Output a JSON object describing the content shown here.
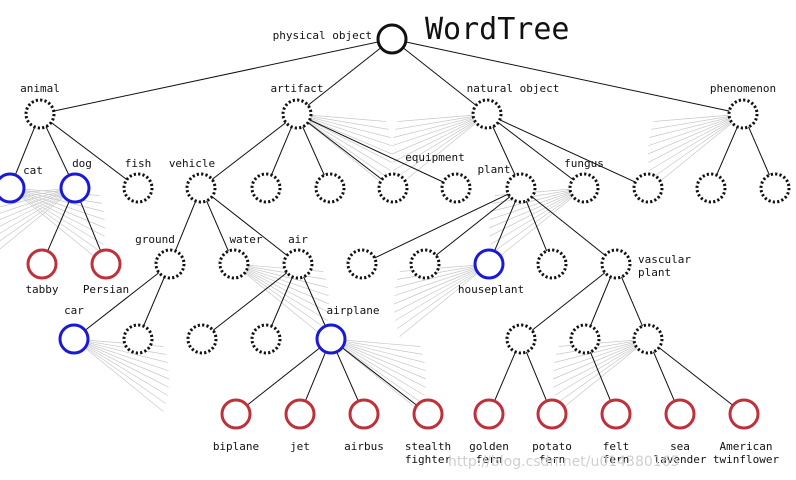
{
  "title": "WordTree",
  "watermark": "http://blog.csdn.net/u014380165",
  "colors": {
    "generic_node": "#111111",
    "highlight_node": "#1a1ad6",
    "leaf_node": "#c0303a",
    "edge": "#111111",
    "faint_edge": "#c8c8c8"
  },
  "nodes": [
    {
      "id": "physical_object",
      "label": "physical object",
      "kind": "root"
    },
    {
      "id": "animal",
      "label": "animal",
      "kind": "dotted"
    },
    {
      "id": "artifact",
      "label": "artifact",
      "kind": "dotted"
    },
    {
      "id": "natural_object",
      "label": "natural object",
      "kind": "dotted"
    },
    {
      "id": "phenomenon",
      "label": "phenomenon",
      "kind": "dotted"
    },
    {
      "id": "cat",
      "label": "cat",
      "kind": "highlight"
    },
    {
      "id": "dog",
      "label": "dog",
      "kind": "highlight"
    },
    {
      "id": "fish",
      "label": "fish",
      "kind": "dotted"
    },
    {
      "id": "vehicle",
      "label": "vehicle",
      "kind": "dotted"
    },
    {
      "id": "art_b",
      "label": "",
      "kind": "dotted"
    },
    {
      "id": "art_c",
      "label": "",
      "kind": "dotted"
    },
    {
      "id": "art_d",
      "label": "",
      "kind": "dotted"
    },
    {
      "id": "equipment",
      "label": "equipment",
      "kind": "dotted"
    },
    {
      "id": "plant",
      "label": "plant",
      "kind": "dotted"
    },
    {
      "id": "fungus",
      "label": "fungus",
      "kind": "dotted"
    },
    {
      "id": "nat_c",
      "label": "",
      "kind": "dotted"
    },
    {
      "id": "phen_a",
      "label": "",
      "kind": "dotted"
    },
    {
      "id": "phen_b",
      "label": "",
      "kind": "dotted"
    },
    {
      "id": "tabby",
      "label": "tabby",
      "kind": "leaf"
    },
    {
      "id": "persian",
      "label": "Persian",
      "kind": "leaf"
    },
    {
      "id": "ground",
      "label": "ground",
      "kind": "dotted"
    },
    {
      "id": "water",
      "label": "water",
      "kind": "dotted"
    },
    {
      "id": "air",
      "label": "air",
      "kind": "dotted"
    },
    {
      "id": "plant_a",
      "label": "",
      "kind": "dotted"
    },
    {
      "id": "plant_b",
      "label": "",
      "kind": "dotted"
    },
    {
      "id": "houseplant",
      "label": "houseplant",
      "kind": "highlight"
    },
    {
      "id": "plant_d",
      "label": "",
      "kind": "dotted"
    },
    {
      "id": "vascular_plant",
      "label": "vascular\nplant",
      "kind": "dotted"
    },
    {
      "id": "car",
      "label": "car",
      "kind": "highlight"
    },
    {
      "id": "ground_b",
      "label": "",
      "kind": "dotted"
    },
    {
      "id": "air_a",
      "label": "",
      "kind": "dotted"
    },
    {
      "id": "air_b",
      "label": "",
      "kind": "dotted"
    },
    {
      "id": "airplane",
      "label": "airplane",
      "kind": "highlight"
    },
    {
      "id": "vasc_a",
      "label": "",
      "kind": "dotted"
    },
    {
      "id": "vasc_b",
      "label": "",
      "kind": "dotted"
    },
    {
      "id": "vasc_c",
      "label": "",
      "kind": "dotted"
    },
    {
      "id": "biplane",
      "label": "biplane",
      "kind": "leaf"
    },
    {
      "id": "jet",
      "label": "jet",
      "kind": "leaf"
    },
    {
      "id": "airbus",
      "label": "airbus",
      "kind": "leaf"
    },
    {
      "id": "stealth_fighter",
      "label": "stealth\nfighter",
      "kind": "leaf"
    },
    {
      "id": "golden_fern",
      "label": "golden\nfern",
      "kind": "leaf"
    },
    {
      "id": "potato_fern",
      "label": "potato\nfern",
      "kind": "leaf"
    },
    {
      "id": "felt_fern",
      "label": "felt\nfern",
      "kind": "leaf"
    },
    {
      "id": "sea_lavender",
      "label": "sea\nlavender",
      "kind": "leaf"
    },
    {
      "id": "american_twinflower",
      "label": "American\ntwinflower",
      "kind": "leaf"
    }
  ],
  "edges": [
    [
      "physical_object",
      "animal"
    ],
    [
      "physical_object",
      "artifact"
    ],
    [
      "physical_object",
      "natural_object"
    ],
    [
      "physical_object",
      "phenomenon"
    ],
    [
      "animal",
      "cat"
    ],
    [
      "animal",
      "dog"
    ],
    [
      "animal",
      "fish"
    ],
    [
      "artifact",
      "vehicle"
    ],
    [
      "artifact",
      "art_b"
    ],
    [
      "artifact",
      "art_c"
    ],
    [
      "artifact",
      "art_d"
    ],
    [
      "artifact",
      "equipment"
    ],
    [
      "natural_object",
      "plant"
    ],
    [
      "natural_object",
      "fungus"
    ],
    [
      "natural_object",
      "nat_c"
    ],
    [
      "phenomenon",
      "phen_a"
    ],
    [
      "phenomenon",
      "phen_b"
    ],
    [
      "dog",
      "tabby"
    ],
    [
      "dog",
      "persian"
    ],
    [
      "vehicle",
      "ground"
    ],
    [
      "vehicle",
      "water"
    ],
    [
      "vehicle",
      "air"
    ],
    [
      "plant",
      "plant_a"
    ],
    [
      "plant",
      "plant_b"
    ],
    [
      "plant",
      "houseplant"
    ],
    [
      "plant",
      "plant_d"
    ],
    [
      "plant",
      "vascular_plant"
    ],
    [
      "ground",
      "car"
    ],
    [
      "ground",
      "ground_b"
    ],
    [
      "air",
      "air_a"
    ],
    [
      "air",
      "air_b"
    ],
    [
      "air",
      "airplane"
    ],
    [
      "vascular_plant",
      "vasc_a"
    ],
    [
      "vascular_plant",
      "vasc_b"
    ],
    [
      "vascular_plant",
      "vasc_c"
    ],
    [
      "airplane",
      "biplane"
    ],
    [
      "airplane",
      "jet"
    ],
    [
      "airplane",
      "airbus"
    ],
    [
      "airplane",
      "stealth_fighter"
    ],
    [
      "vasc_a",
      "golden_fern"
    ],
    [
      "vasc_a",
      "potato_fern"
    ],
    [
      "vasc_b",
      "felt_fern"
    ],
    [
      "vasc_c",
      "sea_lavender"
    ],
    [
      "vasc_c",
      "american_twinflower"
    ]
  ]
}
